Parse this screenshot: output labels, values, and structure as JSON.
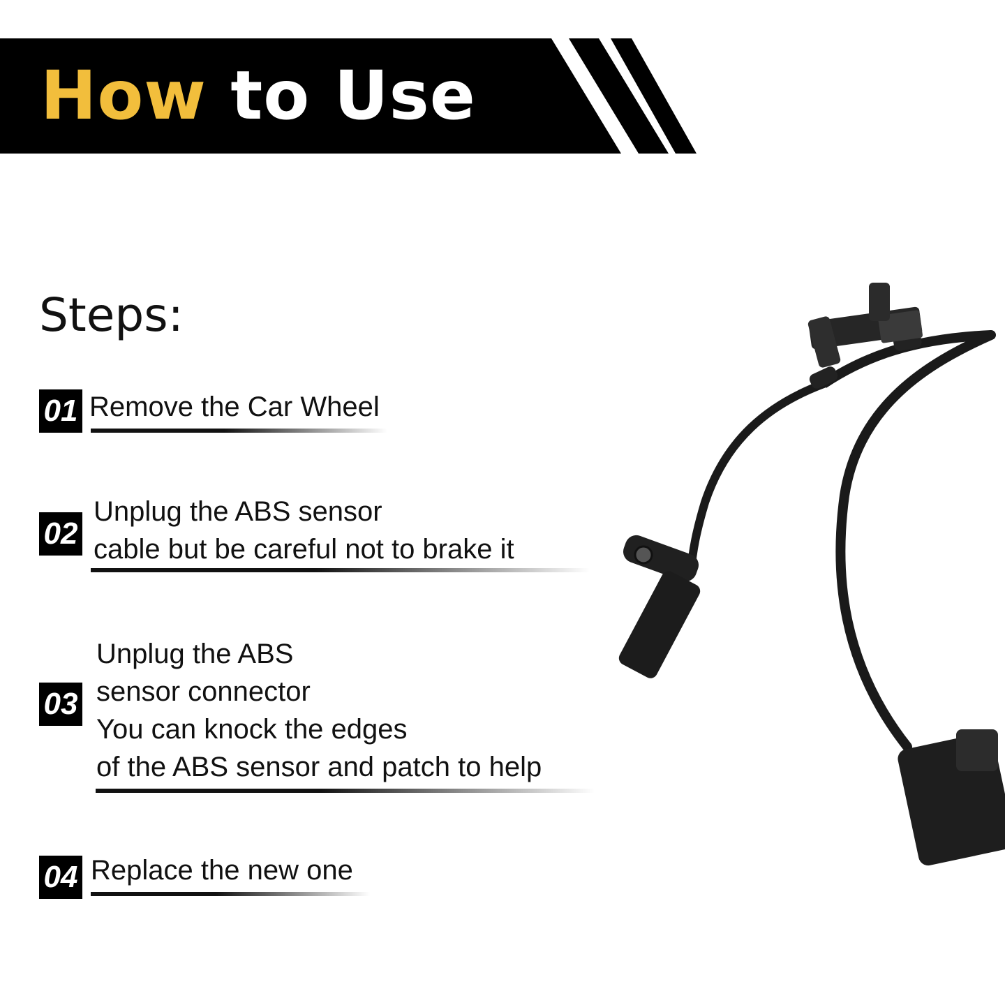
{
  "banner": {
    "title_highlight": "How",
    "title_rest": "to Use",
    "accent_color": "#F2BE3C",
    "background_color": "#000000"
  },
  "steps_heading": "Steps:",
  "steps": [
    {
      "number": "01",
      "lines": [
        "Remove the Car Wheel"
      ]
    },
    {
      "number": "02",
      "lines": [
        "Unplug the ABS sensor",
        "cable but be careful not to brake it"
      ]
    },
    {
      "number": "03",
      "lines": [
        "Unplug the ABS",
        "sensor connector",
        "You can knock the edges",
        "of the ABS sensor and patch to help"
      ]
    },
    {
      "number": "04",
      "lines": [
        "Replace the new one"
      ]
    }
  ]
}
